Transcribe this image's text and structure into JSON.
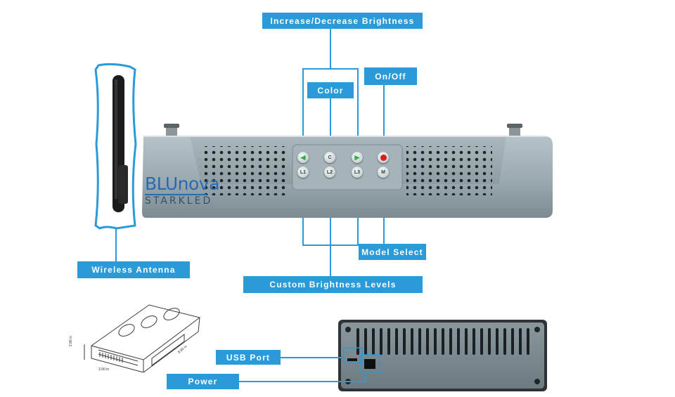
{
  "callouts": {
    "brightness": "Increase/Decrease Brightness",
    "color": "Color",
    "onoff": "On/Off",
    "model": "Model Select",
    "antenna": "Wireless Antenna",
    "custom": "Custom Brightness Levels",
    "usb": "USB Port",
    "power": "Power"
  },
  "buttons": {
    "c": "C",
    "l1": "L1",
    "l2": "L2",
    "l3": "L3",
    "m": "M"
  },
  "brand": {
    "name": "BLUnova",
    "product": "STARKLED"
  },
  "dimensions": {
    "height": "2.86 in",
    "width": "3.90 in",
    "length": "8.90 in"
  },
  "colors": {
    "accent": "#2a9ad8",
    "housing": "#9aa9b0"
  }
}
